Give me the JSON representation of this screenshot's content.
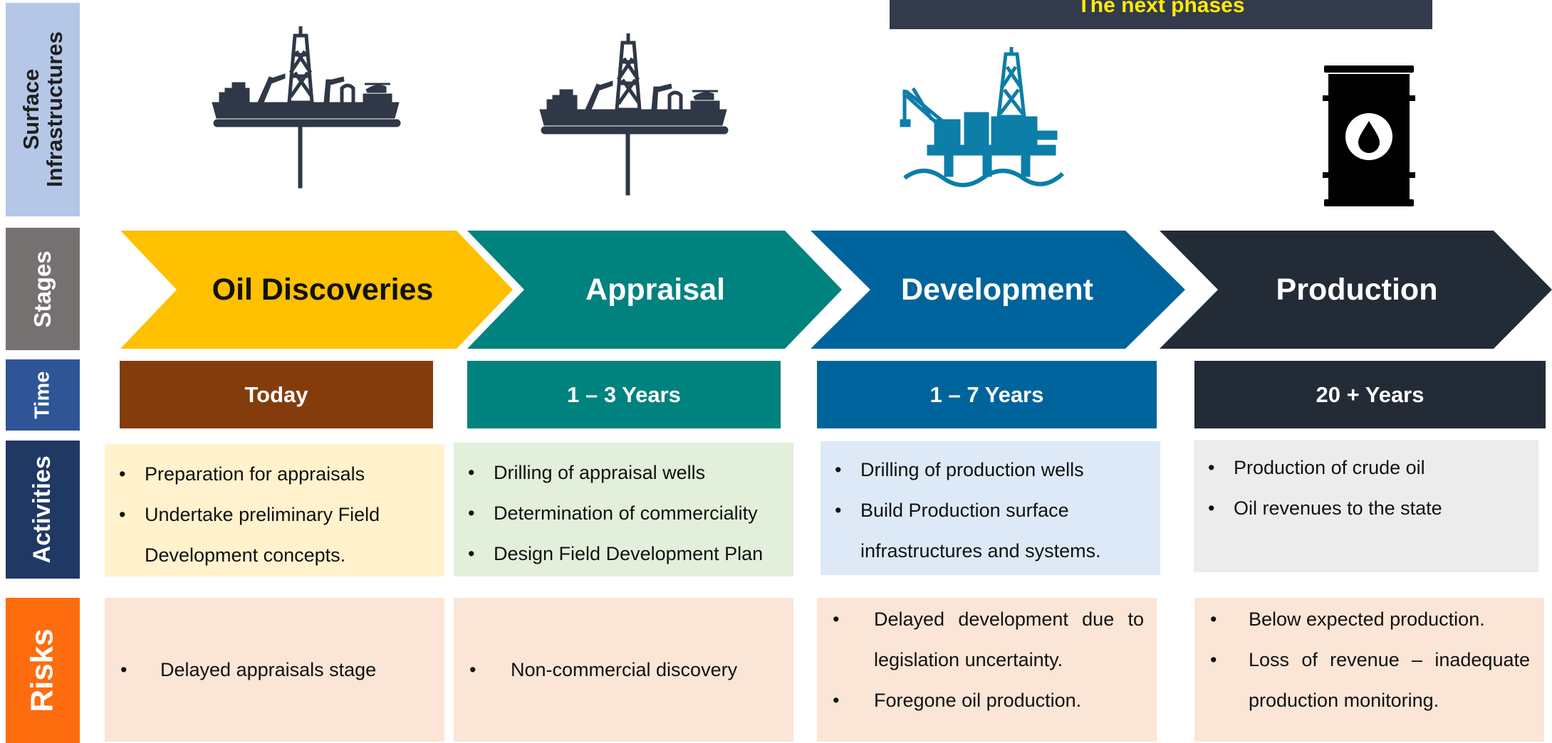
{
  "header_banner": "The next phases",
  "row_labels": {
    "surface": [
      "Surface",
      "Infrastructures"
    ],
    "stages": "Stages",
    "time": "Time",
    "activities": "Activities",
    "risks": "Risks"
  },
  "icons": [
    "drillship-icon",
    "drillship-icon",
    "offshore-platform-icon",
    "oil-barrel-icon"
  ],
  "stages": [
    {
      "label": "Oil Discoveries",
      "time": "Today",
      "activities": [
        "Preparation for appraisals",
        "Undertake preliminary Field Development concepts."
      ],
      "risks": [
        "Delayed appraisals stage"
      ]
    },
    {
      "label": "Appraisal",
      "time": "1 – 3 Years",
      "activities": [
        "Drilling of appraisal wells",
        "Determination of commerciality",
        "Design Field Development Plan"
      ],
      "risks": [
        "Non-commercial discovery"
      ]
    },
    {
      "label": "Development",
      "time": "1 – 7 Years",
      "activities": [
        "Drilling of production wells",
        "Build Production surface infrastructures and systems."
      ],
      "risks": [
        "Delayed development due to legislation uncertainty.",
        "Foregone oil production."
      ]
    },
    {
      "label": "Production",
      "time": "20 + Years",
      "activities": [
        "Production of crude oil",
        "Oil revenues to the state"
      ],
      "risks": [
        "Below expected production.",
        "Loss of revenue – inadequate production monitoring."
      ]
    }
  ],
  "colors": {
    "surface_label": "#b4c7e7",
    "stages_label": "#767171",
    "time_label": "#2f5597",
    "activities_label": "#1f3864",
    "risks_label": "#fd6d0f",
    "stage_colors": [
      "#ffc000",
      "#00827f",
      "#00649c",
      "#232b36"
    ],
    "time_colors": [
      "#843c0c",
      "#00827f",
      "#00649c",
      "#232b36"
    ],
    "activity_bg": [
      "#fff2cc",
      "#e2efda",
      "#dde9f6",
      "#ececec"
    ],
    "risk_bg": "#fbe5d6"
  }
}
